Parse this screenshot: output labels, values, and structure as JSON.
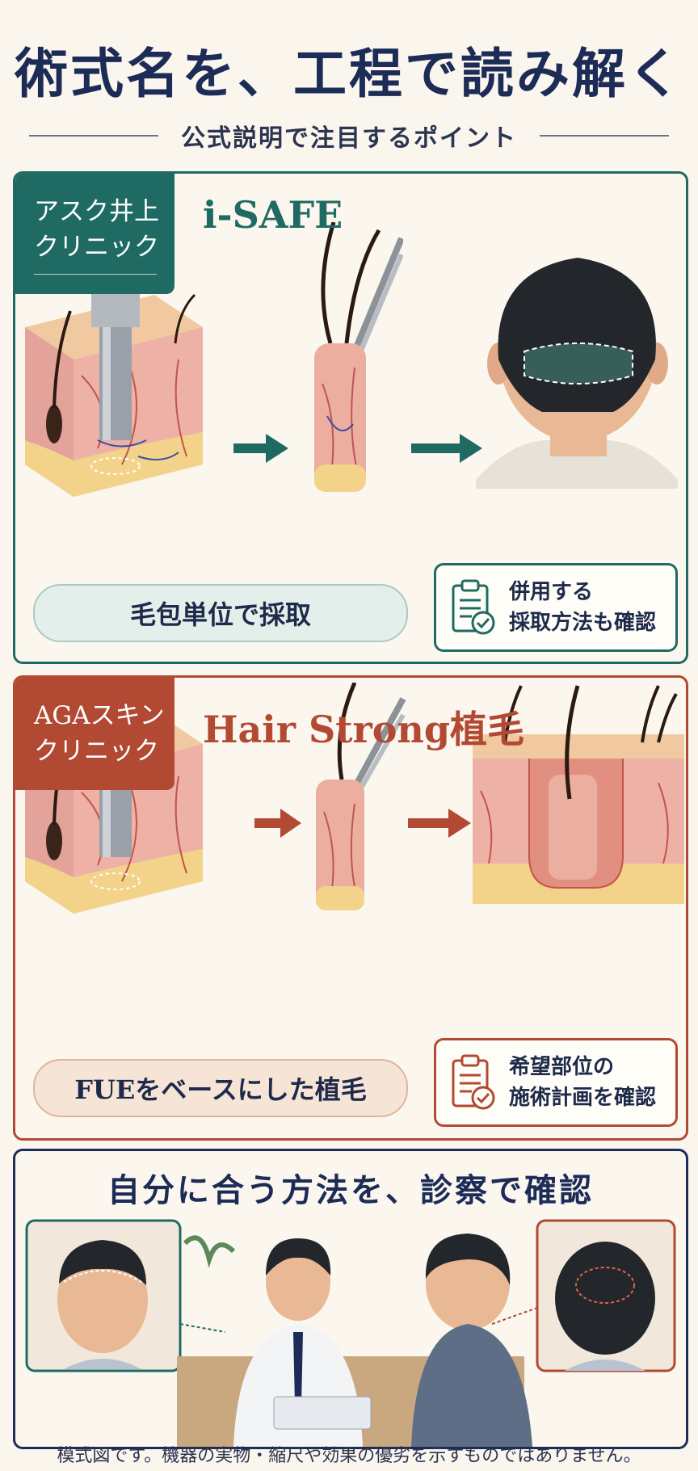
{
  "header": {
    "title": "術式名を、工程で読み解く",
    "subtitle": "公式説明で注目するポイント"
  },
  "cards": [
    {
      "clinic_line1": "アスク井上",
      "clinic_line2": "クリニック",
      "procedure": "i-SAFE",
      "pill": "毛包単位で採取",
      "note_line1": "併用する",
      "note_line2": "採取方法も確認",
      "accent": "#1f6b63"
    },
    {
      "clinic_line1": "AGAスキン",
      "clinic_line2": "クリニック",
      "procedure": "Hair Strong植毛",
      "pill": "FUEをベースにした植毛",
      "note_line1": "希望部位の",
      "note_line2": "施術計画を確認",
      "accent": "#b24a33"
    }
  ],
  "consult": {
    "heading": "自分に合う方法を、診察で確認"
  },
  "footer": {
    "disclaimer": "模式図です。機器の実物・縮尺や効果の優劣を示すものではありません。"
  },
  "icons": [
    "clipboard-check-icon",
    "arrow-right-icon"
  ]
}
